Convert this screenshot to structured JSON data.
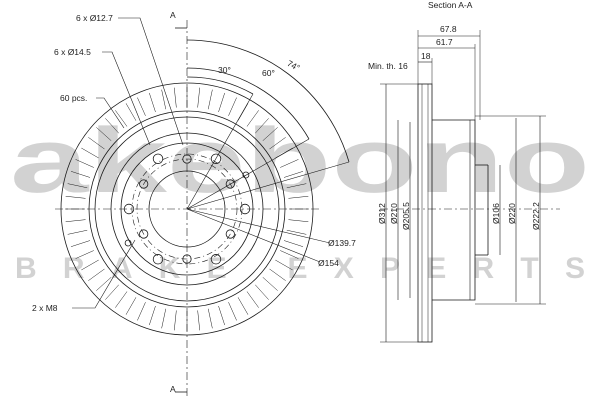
{
  "watermark": {
    "brand": "akebono",
    "tagline": "BRAKE EXPERTS",
    "color": "#cfcfcf"
  },
  "front_view": {
    "section_mark_top": "A",
    "section_mark_bottom": "A",
    "callouts": {
      "bolt_holes": "6 x Ø12.7",
      "aux_holes": "6 x Ø14.5",
      "vent_count": "60 pcs.",
      "threads": "2 x M8"
    },
    "angles": [
      "30°",
      "60°",
      "74°"
    ],
    "pcd": [
      "Ø139.7",
      "Ø154"
    ]
  },
  "section_view": {
    "title": "Section A-A",
    "min_thickness": "Min. th. 16",
    "dims_horizontal": [
      "67.8",
      "61.7",
      "18"
    ],
    "dims_vertical": [
      "Ø312",
      "Ø210",
      "Ø205.5",
      "Ø106",
      "Ø220",
      "Ø222.2"
    ]
  },
  "colors": {
    "line": "#1a1a1a",
    "watermark": "#cfcfcf"
  }
}
